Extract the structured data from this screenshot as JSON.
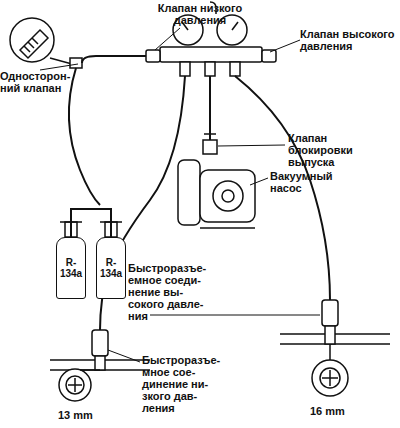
{
  "diagram": {
    "nodes": [
      {
        "text": [
          "R- 134a"
        ]
      },
      {
        "text": [
          "R- 134a"
        ]
      }
    ],
    "edges": [
      {
        "from": 0,
        "to": 1,
        "arrow": "none"
      }
    ],
    "labels": [
      "Клапан низкого давления",
      "Клапан высокого давления",
      "Односторон- ний клапан",
      "Клапан блокировки выпуска",
      "Вакуумный насос",
      "Быстроразъе- емное соеди- нение вы- сокого давле- ния",
      "Быстроразъе- мное сое- динение ни- зкого дав- ления",
      "13 mm",
      "16 mm"
    ]
  }
}
